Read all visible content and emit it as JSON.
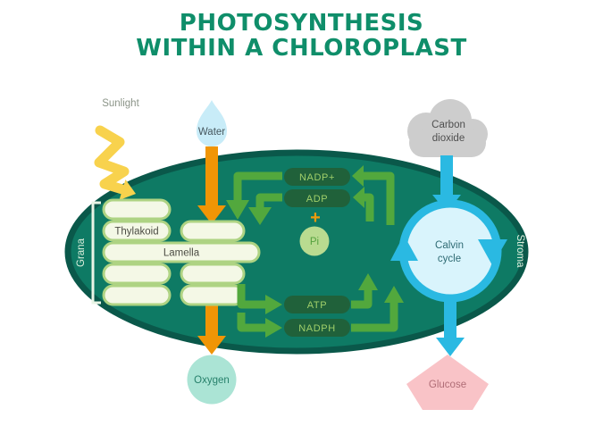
{
  "title": {
    "line1": "PHOTOSYNTHESIS",
    "line2": "WITHIN A CHLOROPLAST"
  },
  "external": {
    "sunlight": "Sunlight",
    "water": "Water",
    "carbon_dioxide": {
      "line1": "Carbon",
      "line2": "dioxide"
    },
    "oxygen": "Oxygen",
    "glucose": "Glucose"
  },
  "chloroplast": {
    "grana": "Grana",
    "thylakoid": "Thylakoid",
    "lamella": "Lamella",
    "stroma": "Stroma",
    "molecules": {
      "nadp": "NADP+",
      "adp": "ADP",
      "plus": "+",
      "pi": "Pi",
      "atp": "ATP",
      "nadph": "NADPH"
    },
    "calvin": {
      "line1": "Calvin",
      "line2": "cycle"
    }
  },
  "colors": {
    "title_green": "#0f8e6a",
    "chloroplast_fill": "#0e7a64",
    "chloroplast_border": "#0a584a",
    "thylakoid_fill": "#f4f8e6",
    "thylakoid_border": "#aed383",
    "dark_pill": "#20613a",
    "dark_pill_text": "#a0cf6a",
    "arrow_green": "#52a83d",
    "arrow_orange": "#f09505",
    "arrow_cyan": "#2ab9e2",
    "sun_yellow": "#f8d24d",
    "water_drop": "#c8ecf8",
    "cloud_gray": "#cdcdcd",
    "calvin_fill": "#d9f4fc",
    "oxygen_fill": "#abe4d5",
    "glucose_fill": "#f9c3c7",
    "pi_fill": "#b9db90"
  }
}
